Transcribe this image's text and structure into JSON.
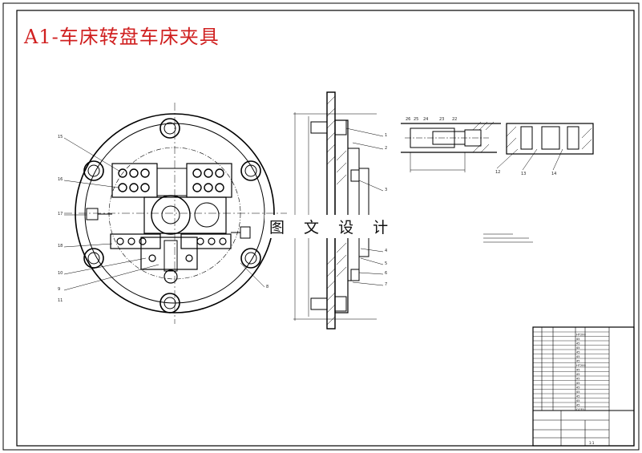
{
  "drawing": {
    "title": "A1-车床转盘车床夹具",
    "watermark": "图 文 设 计"
  },
  "colors": {
    "title": "#d02020",
    "line": "#000000",
    "paper": "#ffffff"
  },
  "callouts": {
    "front_left": [
      "15",
      "16",
      "17",
      "18",
      "10",
      "9",
      "11"
    ],
    "front_right": [
      "8"
    ],
    "side_right": [
      "1",
      "2",
      "3",
      "4",
      "5",
      "6",
      "7"
    ],
    "detail_a": [
      "26",
      "25",
      "24",
      "23",
      "22"
    ],
    "detail_b": [
      "12",
      "13",
      "14"
    ]
  },
  "title_block": {
    "part_rows": 18,
    "materials": [
      "HT200",
      "45",
      "45",
      "45",
      "45",
      "45",
      "45",
      "HT200",
      "45",
      "45",
      "45",
      "45",
      "45",
      "45",
      "45",
      "45",
      "45",
      "Q235"
    ],
    "sheet": "1:1"
  }
}
